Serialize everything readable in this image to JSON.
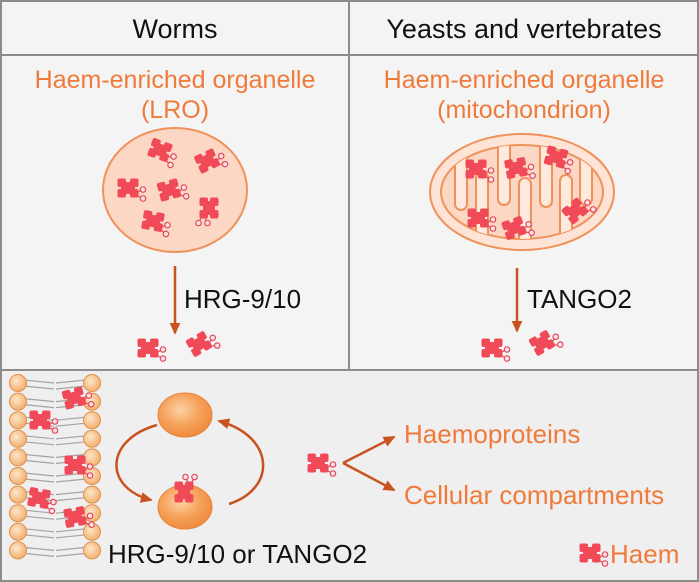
{
  "headers": {
    "left": "Worms",
    "right": "Yeasts and vertebrates"
  },
  "left_panel": {
    "organelle_label": "Haem-enriched organelle",
    "organelle_name": "(LRO)",
    "exporter": "HRG-9/10"
  },
  "right_panel": {
    "organelle_label": "Haem-enriched organelle",
    "organelle_name": "(mitochondrion)",
    "exporter": "TANGO2"
  },
  "bottom_panel": {
    "transporter_label": "HRG-9/10 or TANGO2",
    "destinations": [
      "Haemoproteins",
      "Cellular compartments"
    ]
  },
  "legend": {
    "icon": "haem-icon",
    "label": "Haem"
  },
  "colors": {
    "label_orange": "#f07a3a",
    "arrow": "#c8531f",
    "haem": "#f04a58",
    "organelle_fill": "#fbd7c4",
    "organelle_stroke": "#f0915a",
    "background": "#f4f4f4",
    "border": "#8c8c8c",
    "text": "#111111"
  }
}
